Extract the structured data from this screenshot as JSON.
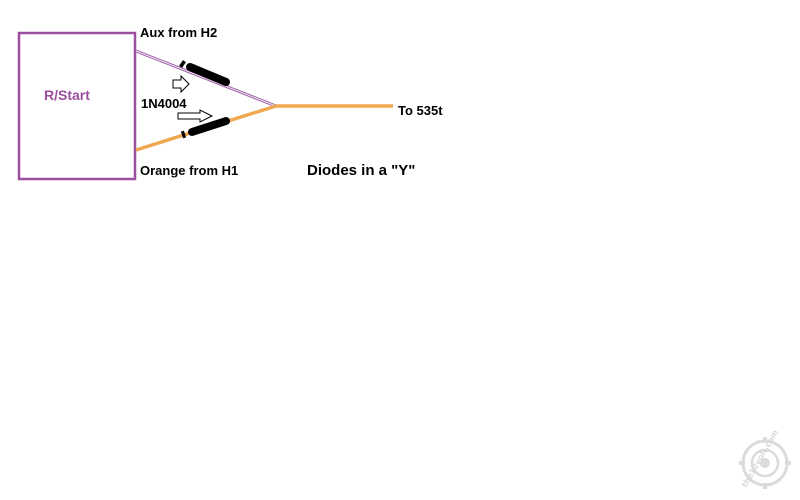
{
  "module": {
    "label": "R/Start"
  },
  "labels": {
    "aux_wire": "Aux from H2",
    "diode_part": "1N4004",
    "orange_wire": "Orange from H1",
    "output_wire": "To 535t",
    "caption": "Diodes in a \"Y\""
  },
  "watermark": {
    "text": "the12volt.com"
  },
  "colors": {
    "box_border": "#9b4f9e",
    "box_label": "#9b4f9e",
    "aux_wire": "#a66bb0",
    "orange_wire": "#f0a850",
    "diode_body": "#000000",
    "text": "#000000",
    "watermark": "#d8d8d8"
  },
  "icons": {
    "diode": "diode-icon",
    "current_arrow": "arrow-right-outline-icon",
    "watermark_badge": "gear-badge-icon"
  }
}
